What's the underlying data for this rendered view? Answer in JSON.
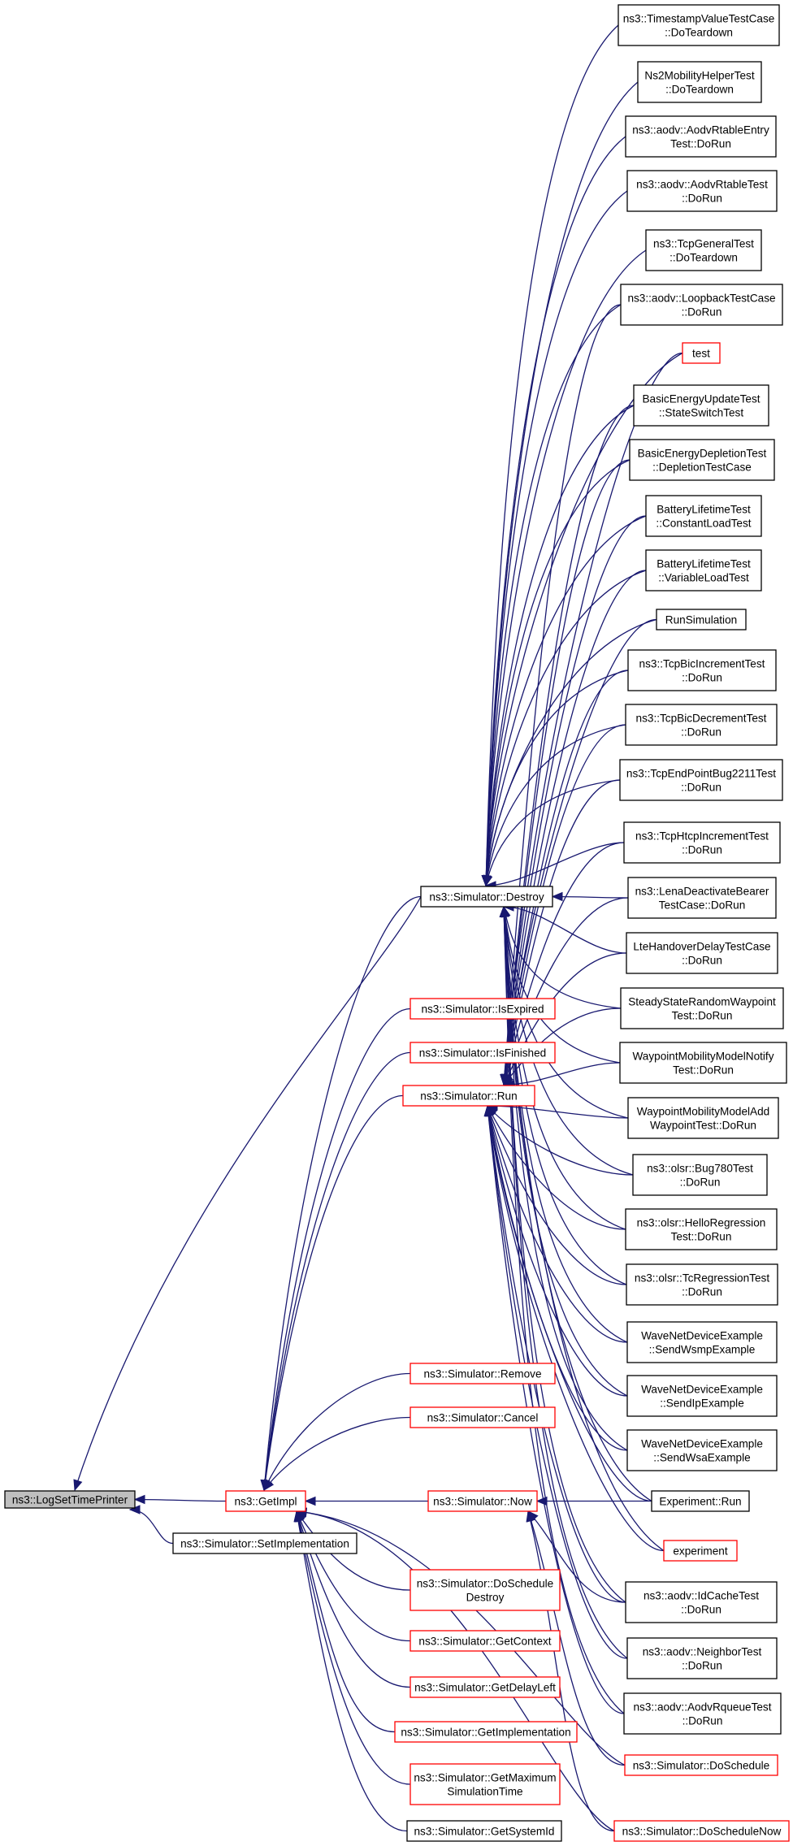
{
  "graph": {
    "colors": {
      "edge": "#191970",
      "border_default": "#000000",
      "border_truncated": "#ff0000",
      "root_fill": "#bfbfbf",
      "node_fill": "#ffffff"
    },
    "nodes": [
      {
        "id": "root",
        "lines": [
          "ns3::LogSetTimePrinter"
        ],
        "style": "root"
      },
      {
        "id": "destroy",
        "lines": [
          "ns3::Simulator::Destroy"
        ],
        "style": "black"
      },
      {
        "id": "setimpl",
        "lines": [
          "ns3::Simulator::SetImplementation"
        ],
        "style": "black"
      },
      {
        "id": "getimpl",
        "lines": [
          "ns3::GetImpl"
        ],
        "style": "red"
      },
      {
        "id": "isexpired",
        "lines": [
          "ns3::Simulator::IsExpired"
        ],
        "style": "red"
      },
      {
        "id": "isfinished",
        "lines": [
          "ns3::Simulator::IsFinished"
        ],
        "style": "red"
      },
      {
        "id": "run",
        "lines": [
          "ns3::Simulator::Run"
        ],
        "style": "red"
      },
      {
        "id": "remove",
        "lines": [
          "ns3::Simulator::Remove"
        ],
        "style": "red"
      },
      {
        "id": "cancel",
        "lines": [
          "ns3::Simulator::Cancel"
        ],
        "style": "red"
      },
      {
        "id": "now",
        "lines": [
          "ns3::Simulator::Now"
        ],
        "style": "red"
      },
      {
        "id": "doschedDestroy",
        "lines": [
          "ns3::Simulator::DoSchedule",
          "Destroy"
        ],
        "style": "red"
      },
      {
        "id": "getcontext",
        "lines": [
          "ns3::Simulator::GetContext"
        ],
        "style": "red"
      },
      {
        "id": "getdelay",
        "lines": [
          "ns3::Simulator::GetDelayLeft"
        ],
        "style": "red"
      },
      {
        "id": "getimplementation",
        "lines": [
          "ns3::Simulator::GetImplementation"
        ],
        "style": "red"
      },
      {
        "id": "getmax",
        "lines": [
          "ns3::Simulator::GetMaximum",
          "SimulationTime"
        ],
        "style": "red"
      },
      {
        "id": "getsysid",
        "lines": [
          "ns3::Simulator::GetSystemId"
        ],
        "style": "black"
      },
      {
        "id": "tsv",
        "lines": [
          "ns3::TimestampValueTestCase",
          "::DoTeardown"
        ],
        "style": "black"
      },
      {
        "id": "ns2mob",
        "lines": [
          "Ns2MobilityHelperTest",
          "::DoTeardown"
        ],
        "style": "black"
      },
      {
        "id": "aodvEntry",
        "lines": [
          "ns3::aodv::AodvRtableEntry",
          "Test::DoRun"
        ],
        "style": "black"
      },
      {
        "id": "aodvTable",
        "lines": [
          "ns3::aodv::AodvRtableTest",
          "::DoRun"
        ],
        "style": "black"
      },
      {
        "id": "tcpGeneral",
        "lines": [
          "ns3::TcpGeneralTest",
          "::DoTeardown"
        ],
        "style": "black"
      },
      {
        "id": "aodvLoop",
        "lines": [
          "ns3::aodv::LoopbackTestCase",
          "::DoRun"
        ],
        "style": "black"
      },
      {
        "id": "test",
        "lines": [
          "test"
        ],
        "style": "red"
      },
      {
        "id": "beu",
        "lines": [
          "BasicEnergyUpdateTest",
          "::StateSwitchTest"
        ],
        "style": "black"
      },
      {
        "id": "bed",
        "lines": [
          "BasicEnergyDepletionTest",
          "::DepletionTestCase"
        ],
        "style": "black"
      },
      {
        "id": "blConst",
        "lines": [
          "BatteryLifetimeTest",
          "::ConstantLoadTest"
        ],
        "style": "black"
      },
      {
        "id": "blVar",
        "lines": [
          "BatteryLifetimeTest",
          "::VariableLoadTest"
        ],
        "style": "black"
      },
      {
        "id": "runSim",
        "lines": [
          "RunSimulation"
        ],
        "style": "black"
      },
      {
        "id": "bicInc",
        "lines": [
          "ns3::TcpBicIncrementTest",
          "::DoRun"
        ],
        "style": "black"
      },
      {
        "id": "bicDec",
        "lines": [
          "ns3::TcpBicDecrementTest",
          "::DoRun"
        ],
        "style": "black"
      },
      {
        "id": "endpoint",
        "lines": [
          "ns3::TcpEndPointBug2211Test",
          "::DoRun"
        ],
        "style": "black"
      },
      {
        "id": "htcp",
        "lines": [
          "ns3::TcpHtcpIncrementTest",
          "::DoRun"
        ],
        "style": "black"
      },
      {
        "id": "lenaDeact",
        "lines": [
          "ns3::LenaDeactivateBearer",
          "TestCase::DoRun"
        ],
        "style": "black"
      },
      {
        "id": "lteHo",
        "lines": [
          "LteHandoverDelayTestCase",
          "::DoRun"
        ],
        "style": "black"
      },
      {
        "id": "ssrw",
        "lines": [
          "SteadyStateRandomWaypoint",
          "Test::DoRun"
        ],
        "style": "black"
      },
      {
        "id": "wmmNotify",
        "lines": [
          "WaypointMobilityModelNotify",
          "Test::DoRun"
        ],
        "style": "black"
      },
      {
        "id": "wmmAdd",
        "lines": [
          "WaypointMobilityModelAdd",
          "WaypointTest::DoRun"
        ],
        "style": "black"
      },
      {
        "id": "olsrBug",
        "lines": [
          "ns3::olsr::Bug780Test",
          "::DoRun"
        ],
        "style": "black"
      },
      {
        "id": "olsrHello",
        "lines": [
          "ns3::olsr::HelloRegression",
          "Test::DoRun"
        ],
        "style": "black"
      },
      {
        "id": "olsrTc",
        "lines": [
          "ns3::olsr::TcRegressionTest",
          "::DoRun"
        ],
        "style": "black"
      },
      {
        "id": "waveWsmp",
        "lines": [
          "WaveNetDeviceExample",
          "::SendWsmpExample"
        ],
        "style": "black"
      },
      {
        "id": "waveIp",
        "lines": [
          "WaveNetDeviceExample",
          "::SendIpExample"
        ],
        "style": "black"
      },
      {
        "id": "waveWsa",
        "lines": [
          "WaveNetDeviceExample",
          "::SendWsaExample"
        ],
        "style": "black"
      },
      {
        "id": "expRun",
        "lines": [
          "Experiment::Run"
        ],
        "style": "black"
      },
      {
        "id": "experiment",
        "lines": [
          "experiment"
        ],
        "style": "red"
      },
      {
        "id": "idCache",
        "lines": [
          "ns3::aodv::IdCacheTest",
          "::DoRun"
        ],
        "style": "black"
      },
      {
        "id": "neighbor",
        "lines": [
          "ns3::aodv::NeighborTest",
          "::DoRun"
        ],
        "style": "black"
      },
      {
        "id": "rqueue",
        "lines": [
          "ns3::aodv::AodvRqueueTest",
          "::DoRun"
        ],
        "style": "black"
      },
      {
        "id": "dosched",
        "lines": [
          "ns3::Simulator::DoSchedule"
        ],
        "style": "red"
      },
      {
        "id": "doschedNow",
        "lines": [
          "ns3::Simulator::DoScheduleNow"
        ],
        "style": "red"
      }
    ],
    "edges": [
      [
        "destroy",
        "root"
      ],
      [
        "setimpl",
        "root"
      ],
      [
        "getimpl",
        "root"
      ],
      [
        "isexpired",
        "getimpl"
      ],
      [
        "isfinished",
        "getimpl"
      ],
      [
        "run",
        "getimpl"
      ],
      [
        "remove",
        "getimpl"
      ],
      [
        "cancel",
        "getimpl"
      ],
      [
        "now",
        "getimpl"
      ],
      [
        "destroy",
        "getimpl"
      ],
      [
        "doschedDestroy",
        "getimpl"
      ],
      [
        "getcontext",
        "getimpl"
      ],
      [
        "getdelay",
        "getimpl"
      ],
      [
        "getimplementation",
        "getimpl"
      ],
      [
        "getmax",
        "getimpl"
      ],
      [
        "getsysid",
        "getimpl"
      ],
      [
        "dosched",
        "getimpl"
      ],
      [
        "doschedNow",
        "getimpl"
      ],
      [
        "tsv",
        "destroy"
      ],
      [
        "ns2mob",
        "destroy"
      ],
      [
        "aodvEntry",
        "destroy"
      ],
      [
        "aodvTable",
        "destroy"
      ],
      [
        "tcpGeneral",
        "destroy"
      ],
      [
        "aodvLoop",
        "destroy"
      ],
      [
        "test",
        "destroy"
      ],
      [
        "beu",
        "destroy"
      ],
      [
        "bed",
        "destroy"
      ],
      [
        "blConst",
        "destroy"
      ],
      [
        "blVar",
        "destroy"
      ],
      [
        "runSim",
        "destroy"
      ],
      [
        "bicInc",
        "destroy"
      ],
      [
        "bicDec",
        "destroy"
      ],
      [
        "endpoint",
        "destroy"
      ],
      [
        "htcp",
        "destroy"
      ],
      [
        "lenaDeact",
        "destroy"
      ],
      [
        "lteHo",
        "destroy"
      ],
      [
        "ssrw",
        "destroy"
      ],
      [
        "wmmNotify",
        "destroy"
      ],
      [
        "wmmAdd",
        "destroy"
      ],
      [
        "olsrBug",
        "destroy"
      ],
      [
        "olsrHello",
        "destroy"
      ],
      [
        "olsrTc",
        "destroy"
      ],
      [
        "waveWsmp",
        "destroy"
      ],
      [
        "waveIp",
        "destroy"
      ],
      [
        "waveWsa",
        "destroy"
      ],
      [
        "expRun",
        "destroy"
      ],
      [
        "experiment",
        "destroy"
      ],
      [
        "idCache",
        "destroy"
      ],
      [
        "neighbor",
        "destroy"
      ],
      [
        "rqueue",
        "destroy"
      ],
      [
        "test",
        "run"
      ],
      [
        "beu",
        "run"
      ],
      [
        "bed",
        "run"
      ],
      [
        "blConst",
        "run"
      ],
      [
        "blVar",
        "run"
      ],
      [
        "runSim",
        "run"
      ],
      [
        "bicInc",
        "run"
      ],
      [
        "bicDec",
        "run"
      ],
      [
        "endpoint",
        "run"
      ],
      [
        "htcp",
        "run"
      ],
      [
        "lenaDeact",
        "run"
      ],
      [
        "lteHo",
        "run"
      ],
      [
        "ssrw",
        "run"
      ],
      [
        "wmmNotify",
        "run"
      ],
      [
        "wmmAdd",
        "run"
      ],
      [
        "olsrBug",
        "run"
      ],
      [
        "olsrHello",
        "run"
      ],
      [
        "olsrTc",
        "run"
      ],
      [
        "waveWsmp",
        "run"
      ],
      [
        "waveIp",
        "run"
      ],
      [
        "waveWsa",
        "run"
      ],
      [
        "expRun",
        "run"
      ],
      [
        "experiment",
        "run"
      ],
      [
        "idCache",
        "run"
      ],
      [
        "neighbor",
        "run"
      ],
      [
        "rqueue",
        "run"
      ],
      [
        "aodvLoop",
        "run"
      ],
      [
        "dosched",
        "now"
      ],
      [
        "doschedNow",
        "now"
      ],
      [
        "expRun",
        "now"
      ],
      [
        "idCache",
        "now"
      ]
    ]
  }
}
